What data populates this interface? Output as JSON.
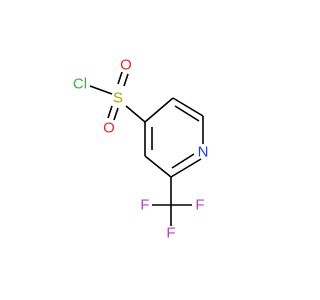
{
  "molecule": {
    "atoms": {
      "cl": {
        "label": "Cl",
        "color": "#3cb043"
      },
      "s": {
        "label": "S",
        "color": "#b8a000"
      },
      "o_top": {
        "label": "O",
        "color": "#e8291c"
      },
      "o_bottom": {
        "label": "O",
        "color": "#e8291c"
      },
      "n": {
        "label": "N",
        "color": "#2a3bd6"
      },
      "f_left": {
        "label": "F",
        "color": "#c040c0"
      },
      "f_right": {
        "label": "F",
        "color": "#c040c0"
      },
      "f_bottom": {
        "label": "F",
        "color": "#c040c0"
      }
    },
    "bond_color": "#000000"
  }
}
